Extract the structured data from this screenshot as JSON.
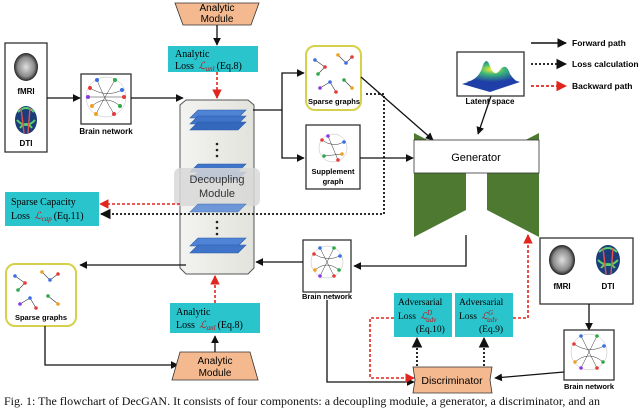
{
  "analytic_module_top": "Analytic Module",
  "analytic_module_bottom": "Analytic Module",
  "analytic_loss_top": {
    "line1": "Analytic",
    "line2": "Loss",
    "symbol": "ℒ",
    "sub": "anl",
    "eq": "(Eq.8)"
  },
  "analytic_loss_bottom": {
    "line1": "Analytic",
    "line2": "Loss",
    "symbol": "ℒ",
    "sub": "anl",
    "eq": "(Eq.8)"
  },
  "sparse_capacity_loss": {
    "line1": "Sparse Capacity",
    "line2": "Loss",
    "symbol": "ℒ",
    "sub": "cap",
    "eq": "(Eq.11)"
  },
  "adversarial_loss_d": {
    "line1": "Adversarial",
    "line2": "Loss",
    "symbol": "ℒ",
    "sup": "D",
    "sub": "adv",
    "eq": "(Eq.10)"
  },
  "adversarial_loss_g": {
    "line1": "Adversarial",
    "line2": "Loss",
    "symbol": "ℒ",
    "sup": "G",
    "sub": "adv",
    "eq": "(Eq.9)"
  },
  "inputs_left": {
    "fmri": "fMRI",
    "dti": "DTI"
  },
  "inputs_right": {
    "fmri": "fMRI",
    "dti": "DTI"
  },
  "brain_network_left": "Brain network",
  "brain_network_middle": "Brain network",
  "brain_network_right": "Brain network",
  "sparse_graphs_top": "Sparse graphs",
  "sparse_graphs_left": "Sparse graphs",
  "supplement_graph": {
    "line1": "Supplement",
    "line2": "graph"
  },
  "latent_space": "Latent space",
  "decoupling_module": {
    "line1": "Decoupling",
    "line2": "Module"
  },
  "generator": "Generator",
  "discriminator": "Discriminator",
  "legend": {
    "forward": "Forward path",
    "loss": "Loss calculation",
    "backward": "Backward path"
  },
  "caption": "Fig. 1: The flowchart of DecGAN. It consists of four components: a decoupling module, a generator, a discriminator, and an",
  "colors": {
    "loss_box": "#29c4cc",
    "analytic_module": "#f4b98f",
    "generator": "#4d7a30",
    "discriminator": "#f4b98f",
    "backward": "#e0261f",
    "sparse_border": "#d6d14a"
  }
}
